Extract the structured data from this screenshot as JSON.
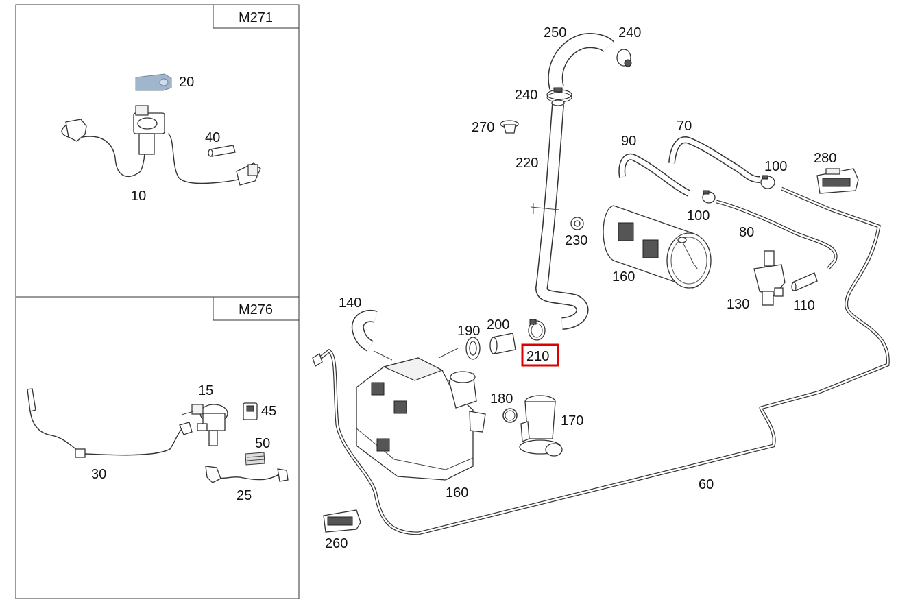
{
  "panels": [
    {
      "id": "m271",
      "title": "M271"
    },
    {
      "id": "m276",
      "title": "M276"
    }
  ],
  "callouts": {
    "c20": "20",
    "c40": "40",
    "c10": "10",
    "c15": "15",
    "c45": "45",
    "c50": "50",
    "c30": "30",
    "c25": "25",
    "c250": "250",
    "c240a": "240",
    "c240b": "240",
    "c270": "270",
    "c220": "220",
    "c230": "230",
    "c90": "90",
    "c70": "70",
    "c100a": "100",
    "c100b": "100",
    "c280": "280",
    "c80": "80",
    "c160a": "160",
    "c130": "130",
    "c110": "110",
    "c140": "140",
    "c190": "190",
    "c200": "200",
    "c210": "210",
    "c180": "180",
    "c170": "170",
    "c160b": "160",
    "c60": "60",
    "c260": "260"
  },
  "highlight": {
    "callout": "c210",
    "color": "#e00000"
  },
  "colors": {
    "part_20": "#9fb6cc",
    "line": "#333333"
  }
}
